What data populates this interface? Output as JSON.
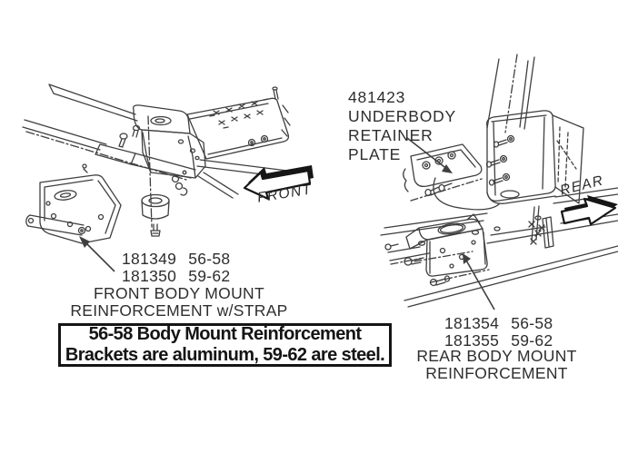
{
  "diagram": {
    "front_assembly": {
      "parts": [
        {
          "number": "181349",
          "years": "56-58"
        },
        {
          "number": "181350",
          "years": "59-62"
        }
      ],
      "caption": [
        "FRONT BODY MOUNT",
        "REINFORCEMENT w/STRAP"
      ],
      "direction_label": "FRONT"
    },
    "rear_assembly": {
      "retainer_plate": {
        "number": "481423",
        "caption": [
          "UNDERBODY",
          "RETAINER",
          "PLATE"
        ]
      },
      "parts": [
        {
          "number": "181354",
          "years": "56-58"
        },
        {
          "number": "181355",
          "years": "59-62"
        }
      ],
      "caption": [
        "REAR BODY MOUNT",
        "REINFORCEMENT"
      ],
      "direction_label": "REAR"
    },
    "note_box": {
      "line1": "56-58 Body Mount Reinforcement",
      "line2": "Brackets are aluminum, 59-62 are steel."
    },
    "colors": {
      "line": "#3f3f3f",
      "text": "#2e2e2e",
      "arrow": "#161616",
      "background": "#ffffff"
    }
  }
}
